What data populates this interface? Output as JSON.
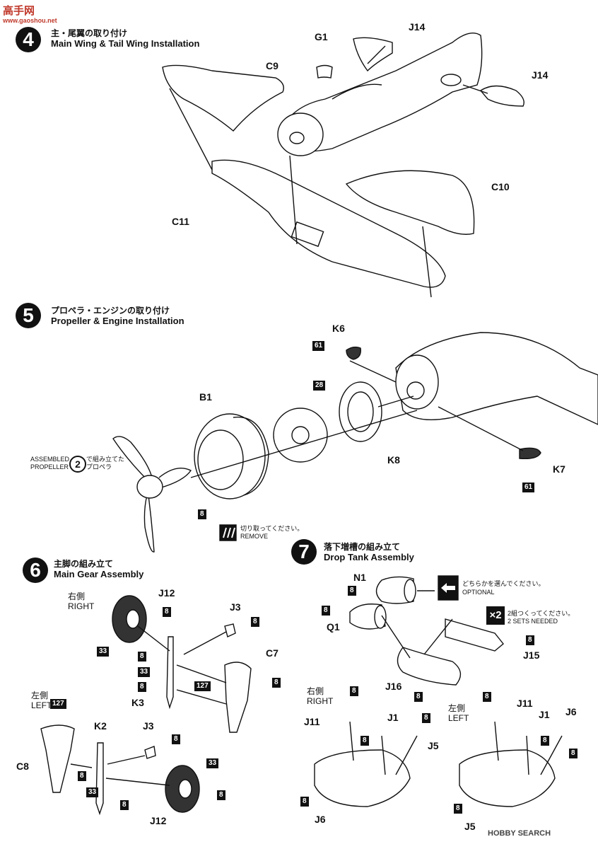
{
  "watermark": {
    "logo_cn": "高手网",
    "url": "www.gaoshou.net"
  },
  "step4": {
    "num": "4",
    "title_jp": "主・尾翼の取り付け",
    "title_en": "Main Wing & Tail Wing Installation",
    "parts": {
      "g1": "G1",
      "j14a": "J14",
      "j14b": "J14",
      "c9": "C9",
      "c10": "C10",
      "c11": "C11"
    }
  },
  "step5": {
    "num": "5",
    "title_jp": "プロペラ・エンジンの取り付け",
    "title_en": "Propeller & Engine Installation",
    "parts": {
      "k6": "K6",
      "b1": "B1",
      "k8": "K8",
      "k7": "K7"
    },
    "paints": {
      "k6": "61",
      "k8": "28",
      "prop": "8",
      "k7": "61"
    },
    "assembled_en_1": "ASSEMBLED",
    "assembled_en_2": "PROPELLER",
    "assembled_num": "2",
    "assembled_jp_1": "で組み立てた",
    "assembled_jp_2": "プロペラ",
    "remove_jp": "切り取ってください。",
    "remove_en": "REMOVE"
  },
  "step6": {
    "num": "6",
    "title_jp": "主脚の組み立て",
    "title_en": "Main Gear Assembly",
    "right_jp": "右側",
    "right_en": "RIGHT",
    "left_jp": "左側",
    "left_en": "LEFT",
    "parts": {
      "j12a": "J12",
      "j3a": "J3",
      "c7": "C7",
      "k3": "K3",
      "k2": "K2",
      "j3b": "J3",
      "c8": "C8",
      "j12b": "J12"
    },
    "paints": {
      "a": "8",
      "b": "33",
      "c": "8",
      "d": "8",
      "e": "33",
      "f": "8",
      "g": "127",
      "h": "8",
      "i": "127",
      "j": "8",
      "k": "33",
      "l": "8",
      "m": "33",
      "n": "8"
    }
  },
  "step7": {
    "num": "7",
    "title_jp": "落下増槽の組み立て",
    "title_en": "Drop Tank Assembly",
    "optional_jp": "どちらかを選んでください。",
    "optional_en": "OPTIONAL",
    "sets_mult": "×2",
    "sets_jp": "2組つくってください。",
    "sets_en": "2 SETS NEEDED",
    "right_jp": "右側",
    "right_en": "RIGHT",
    "left_jp": "左側",
    "left_en": "LEFT",
    "parts": {
      "n1": "N1",
      "q1": "Q1",
      "j15": "J15",
      "j16": "J16",
      "j11a": "J11",
      "j1a": "J1",
      "j5a": "J5",
      "j6a": "J6",
      "j11b": "J11",
      "j1b": "J1",
      "j6b": "J6",
      "j5b": "J5"
    },
    "paints": {
      "n1": "8",
      "q1": "8",
      "j15": "8",
      "j16": "8",
      "ra": "8",
      "rb": "8",
      "rc": "8",
      "rd": "8",
      "la": "8",
      "lb": "8",
      "lc": "8",
      "ld": "8"
    }
  },
  "footer": {
    "brand": "HOBBY SEARCH"
  }
}
